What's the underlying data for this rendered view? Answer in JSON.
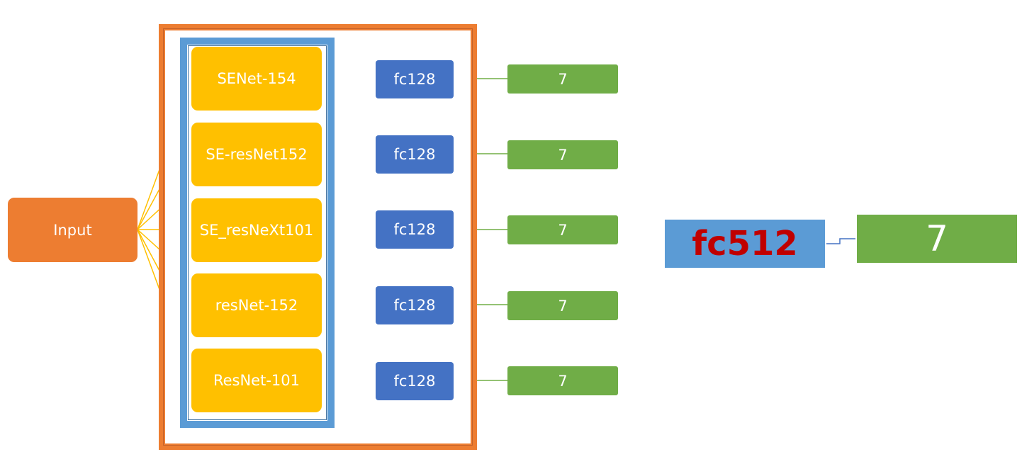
{
  "input": {
    "label": "Input"
  },
  "backbones": [
    {
      "label": "SENet-154"
    },
    {
      "label": "SE-resNet152"
    },
    {
      "label": "SE_resNeXt101"
    },
    {
      "label": "resNet-152"
    },
    {
      "label": "ResNet-101"
    }
  ],
  "fc_layers": [
    {
      "label": "fc128"
    },
    {
      "label": "fc128"
    },
    {
      "label": "fc128"
    },
    {
      "label": "fc128"
    },
    {
      "label": "fc128"
    }
  ],
  "branch_outputs": [
    {
      "label": "7"
    },
    {
      "label": "7"
    },
    {
      "label": "7"
    },
    {
      "label": "7"
    },
    {
      "label": "7"
    }
  ],
  "fusion": {
    "label": "fc512"
  },
  "final_output": {
    "label": "7"
  },
  "colors": {
    "input": "#ED7D31",
    "outer_frame": "#ED7D31",
    "inner_frame": "#5B9BD5",
    "backbone": "#FFC000",
    "fc": "#4472C4",
    "output": "#70AD47",
    "fusion_text": "#C00000"
  }
}
